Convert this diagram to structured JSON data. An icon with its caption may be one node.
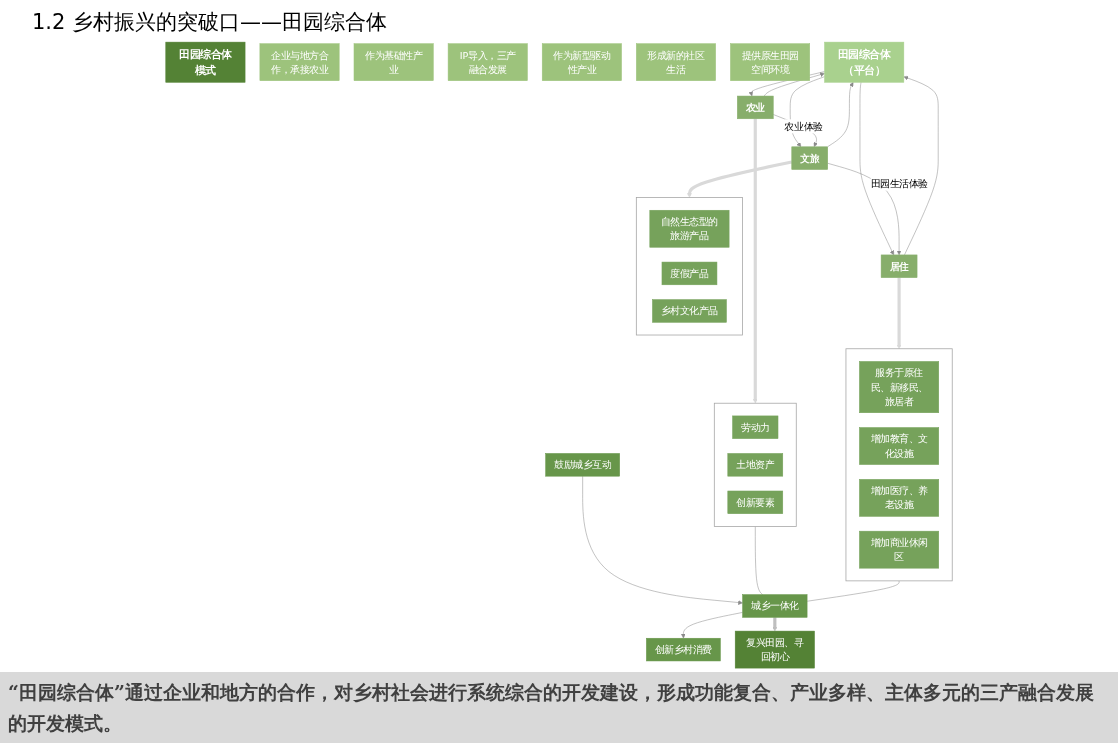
{
  "diagram": {
    "title": "1.2 乡村振兴的突破口——田园综合体",
    "caption": "“田园综合体”通过企业和地方的合作，对乡村社会进行系统综合的开发建设，形成功能复合、产业多样、主体多元的三产融合发展的开发模式。",
    "nodes": [
      {
        "text": [
          "田园综合体模式"
        ]
      },
      {
        "text": [
          "田园综合体（平台）"
        ]
      },
      {
        "text": [
          "企业与地方合作，承接农业"
        ]
      },
      {
        "text": [
          "作为基础性产业"
        ]
      },
      {
        "text": [
          "IP导入，三产融合发展"
        ]
      },
      {
        "text": [
          "作为新型驱动性产业"
        ]
      },
      {
        "text": [
          "形成新的社区生活"
        ]
      },
      {
        "text": [
          "提供原生田园空间环境"
        ]
      },
      {
        "text": [
          "农业"
        ]
      },
      {
        "text": [
          "文旅"
        ]
      },
      {
        "text": [
          "居住"
        ]
      },
      {
        "text": [],
        "shape": "box"
      },
      {
        "text": [
          "劳动力"
        ],
        "in": 11
      },
      {
        "text": [
          "土地资产"
        ],
        "in": 11
      },
      {
        "text": [
          "创新要素"
        ],
        "in": 11
      },
      {
        "text": [],
        "shape": "box"
      },
      {
        "text": [
          "自然生态型的旅游产品"
        ],
        "in": 15
      },
      {
        "text": [
          "度假产品"
        ],
        "in": 15
      },
      {
        "text": [
          "乡村文化产品"
        ],
        "in": 15
      },
      {
        "text": [],
        "shape": "box"
      },
      {
        "text": [
          "服务于原住民、新移民、旅居者"
        ],
        "in": 19
      },
      {
        "text": [
          "增加教育、文化设施"
        ],
        "in": 19
      },
      {
        "text": [
          "增加医疗、养老设施"
        ],
        "in": 19
      },
      {
        "text": [
          "增加商业休闲区"
        ],
        "in": 19
      },
      {
        "text": [
          "鼓励城乡互动"
        ]
      },
      {
        "text": [
          "城乡一体化"
        ]
      },
      {
        "text": [
          "创新乡村消费"
        ]
      },
      {
        "text": [
          "复兴田园、寻回初心"
        ]
      }
    ],
    "edges": [
      {
        "from": 1,
        "to": 8,
        "arrow": "to"
      },
      {
        "from": 8,
        "to": 1,
        "arrow": "to"
      },
      {
        "from": 1,
        "to": 9,
        "arrow": "to"
      },
      {
        "from": 9,
        "to": 1,
        "arrow": "to"
      },
      {
        "from": 1,
        "to": 10,
        "arrow": "to"
      },
      {
        "from": 10,
        "to": 1,
        "arrow": "to"
      },
      {
        "from": 8,
        "to": 9,
        "arrow": "to",
        "label": "农业体验"
      },
      {
        "from": 9,
        "to": 10,
        "arrow": "to",
        "label": "田园生活体验"
      },
      {
        "from": 8,
        "to": 11,
        "arrow": "to",
        "style": "thick",
        "color": "#d9d9d9"
      },
      {
        "from": 9,
        "to": 15,
        "arrow": "to",
        "style": "thick",
        "color": "#d9d9d9"
      },
      {
        "from": 10,
        "to": 19,
        "arrow": "to",
        "style": "thick",
        "color": "#d9d9d9"
      },
      {
        "from": 11,
        "to": 25,
        "arrow": "none"
      },
      {
        "from": 19,
        "to": 25,
        "arrow": "none"
      },
      {
        "from": 24,
        "to": 25,
        "arrow": "to"
      },
      {
        "from": 25,
        "to": 26,
        "arrow": "to"
      },
      {
        "from": 25,
        "to": 27,
        "arrow": "to",
        "style": "thick",
        "color": "#bfbfbf"
      }
    ]
  }
}
